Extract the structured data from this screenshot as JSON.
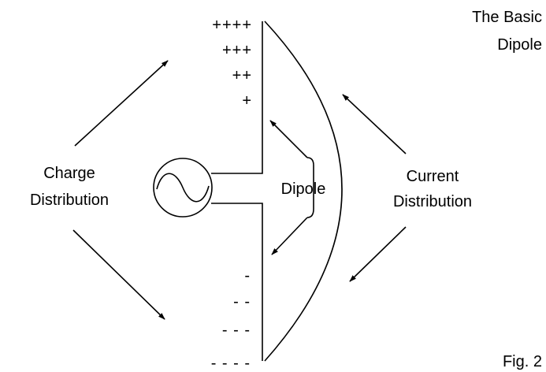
{
  "title": {
    "line1": "The Basic",
    "line2": "Dipole"
  },
  "figure_label": "Fig. 2",
  "labels": {
    "charge_line1": "Charge",
    "charge_line2": "Distribution",
    "dipole": "Dipole",
    "current_line1": "Current",
    "current_line2": "Distribution"
  },
  "positive_charges": [
    "++++",
    "+++",
    "++",
    "+"
  ],
  "negative_charges": [
    "-",
    "- -",
    "- - -",
    "- - - -"
  ],
  "colors": {
    "ink": "#000000",
    "background": "#ffffff"
  },
  "icons": {
    "source": "ac-source-icon"
  }
}
